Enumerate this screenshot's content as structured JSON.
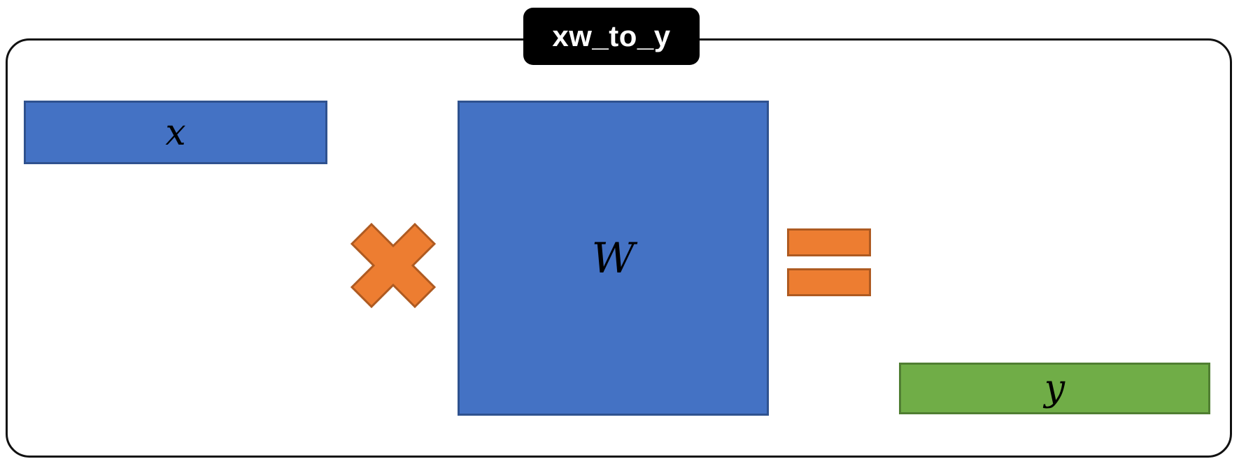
{
  "title": "xw_to_y",
  "blocks": {
    "x": {
      "label": "x",
      "fill": "#4472c4",
      "stroke": "#2f528f"
    },
    "w": {
      "label": "W",
      "fill": "#4472c4",
      "stroke": "#2f528f"
    },
    "y": {
      "label": "y",
      "fill": "#70ad47",
      "stroke": "#507e32"
    }
  },
  "operators": {
    "multiply": {
      "icon": "multiply-icon",
      "fill": "#ed7d31",
      "stroke": "#ae5a21"
    },
    "equals": {
      "icon": "equals-icon",
      "fill": "#ed7d31",
      "stroke": "#ae5a21"
    }
  }
}
